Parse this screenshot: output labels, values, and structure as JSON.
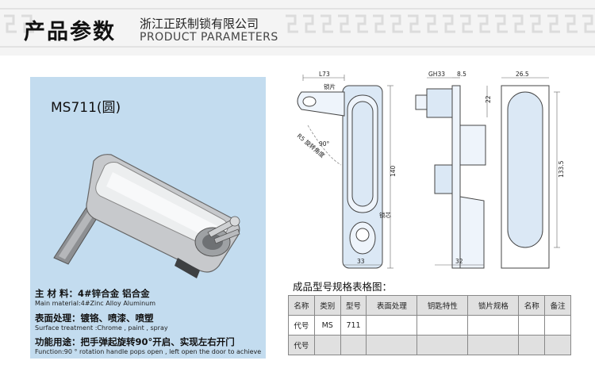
{
  "header": {
    "title_cn": "产品参数",
    "company": "浙江正跃制锁有限公司",
    "title_en": "PRODUCT PARAMETERS"
  },
  "product": {
    "model": "MS711(圆)",
    "material_cn": "主 材 料：4#锌合金  铝合金",
    "material_en": "Main material:4#Zinc Alloy    Aluminum",
    "surface_cn": "表面处理：镀铬、喷漆、喷塑",
    "surface_en": "Surface treatment :Chrome , paint , spray",
    "function_cn": "功能用途：把手弹起旋转90°开启、实现左右开门",
    "function_en": "Function:90 ° rotation handle pops open , left open the door to achieve"
  },
  "drawing": {
    "dim_l73": "L73",
    "label_lock_plate": "锁片",
    "label_angle": "90°",
    "label_rotate": "R5 旋转角度",
    "dim_140": "140",
    "label_lock_core": "锁芯",
    "dim_33": "33",
    "dim_gh33": "GH33",
    "dim_8_5": "8.5",
    "dim_22": "22",
    "dim_32": "32",
    "dim_26_5": "26.5",
    "dim_133_5": "133.5"
  },
  "spec_table": {
    "title": "成品型号规格表格图：",
    "headers": [
      "名称",
      "类别",
      "型号",
      "表面处理",
      "钥匙特性",
      "锁片规格",
      "名称",
      "备注"
    ],
    "row1": [
      "代号",
      "MS",
      "711",
      "",
      "",
      "",
      "",
      ""
    ],
    "row2": [
      "代号",
      "",
      "",
      "",
      "",
      "",
      "",
      ""
    ]
  },
  "colors": {
    "panel_bg": "#c3dcef",
    "banner_bg": "#f4f4f4",
    "drawing_fill": "#dbe8f5",
    "drawing_stroke": "#444444"
  }
}
